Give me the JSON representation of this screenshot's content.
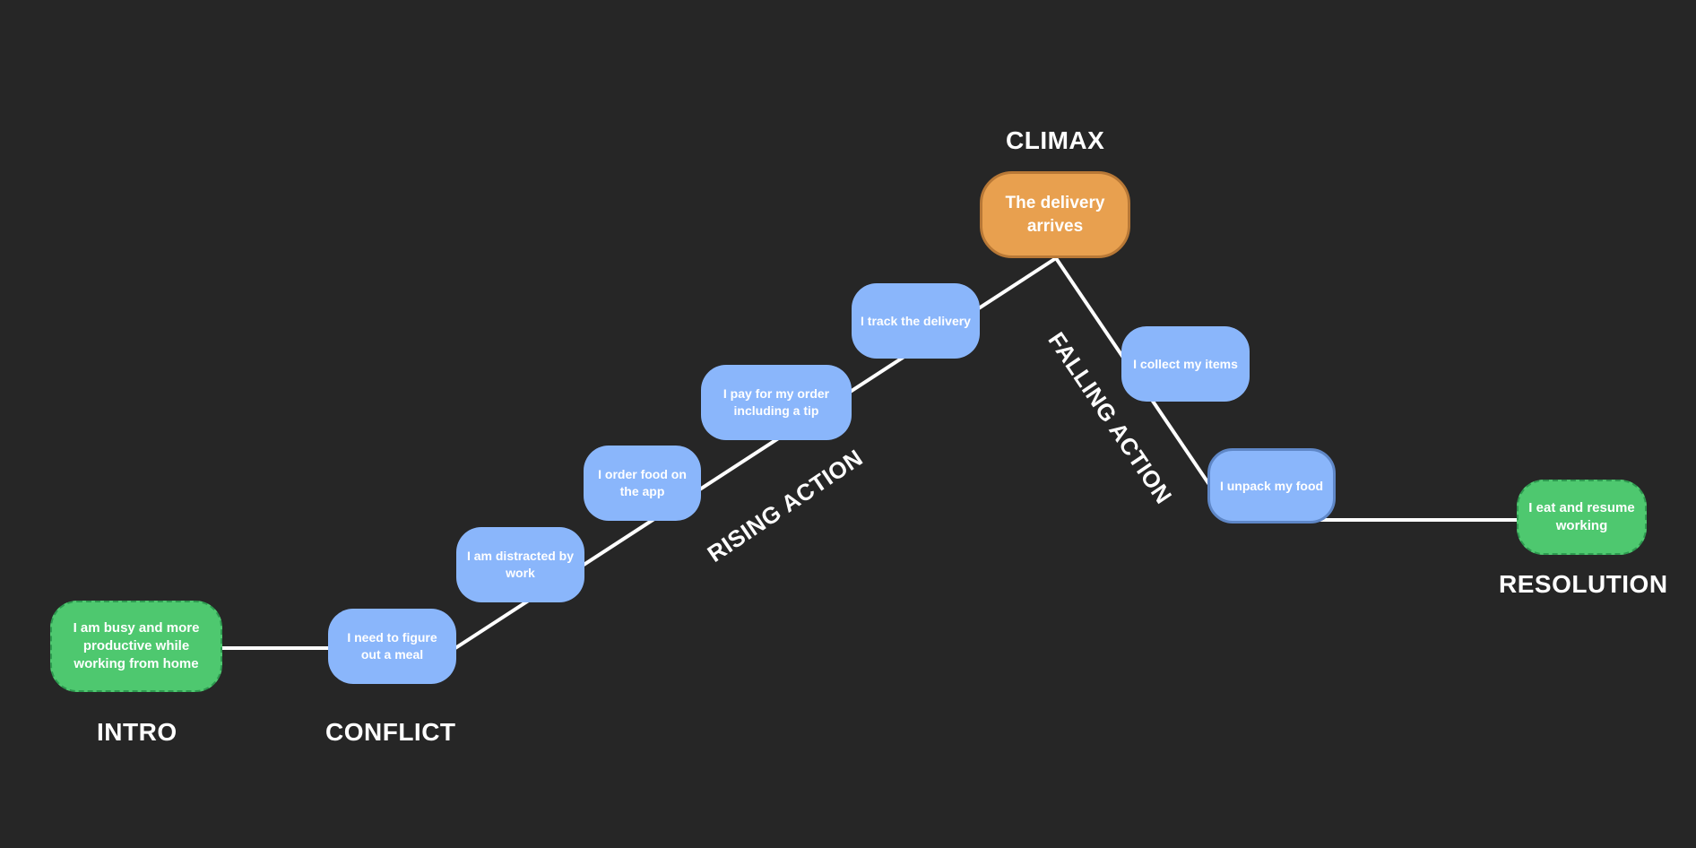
{
  "stages": {
    "intro": "INTRO",
    "conflict": "CONFLICT",
    "rising_action": "RISING ACTION",
    "climax": "CLIMAX",
    "falling_action": "FALLING ACTION",
    "resolution": "RESOLUTION"
  },
  "nodes": {
    "intro": "I am busy and more productive while working from home",
    "conflict": "I need to figure out a meal",
    "distracted": "I am distracted by work",
    "order": "I order food on the app",
    "pay": "I pay for my order including a tip",
    "track": "I track the delivery",
    "climax": "The delivery arrives",
    "collect": "I collect my items",
    "unpack": "I unpack my food",
    "resolution": "I eat and resume working"
  },
  "colors": {
    "background": "#262626",
    "blue": "#8ab6fb",
    "green": "#4ec86f",
    "orange": "#e8a04f",
    "line": "#ffffff"
  }
}
